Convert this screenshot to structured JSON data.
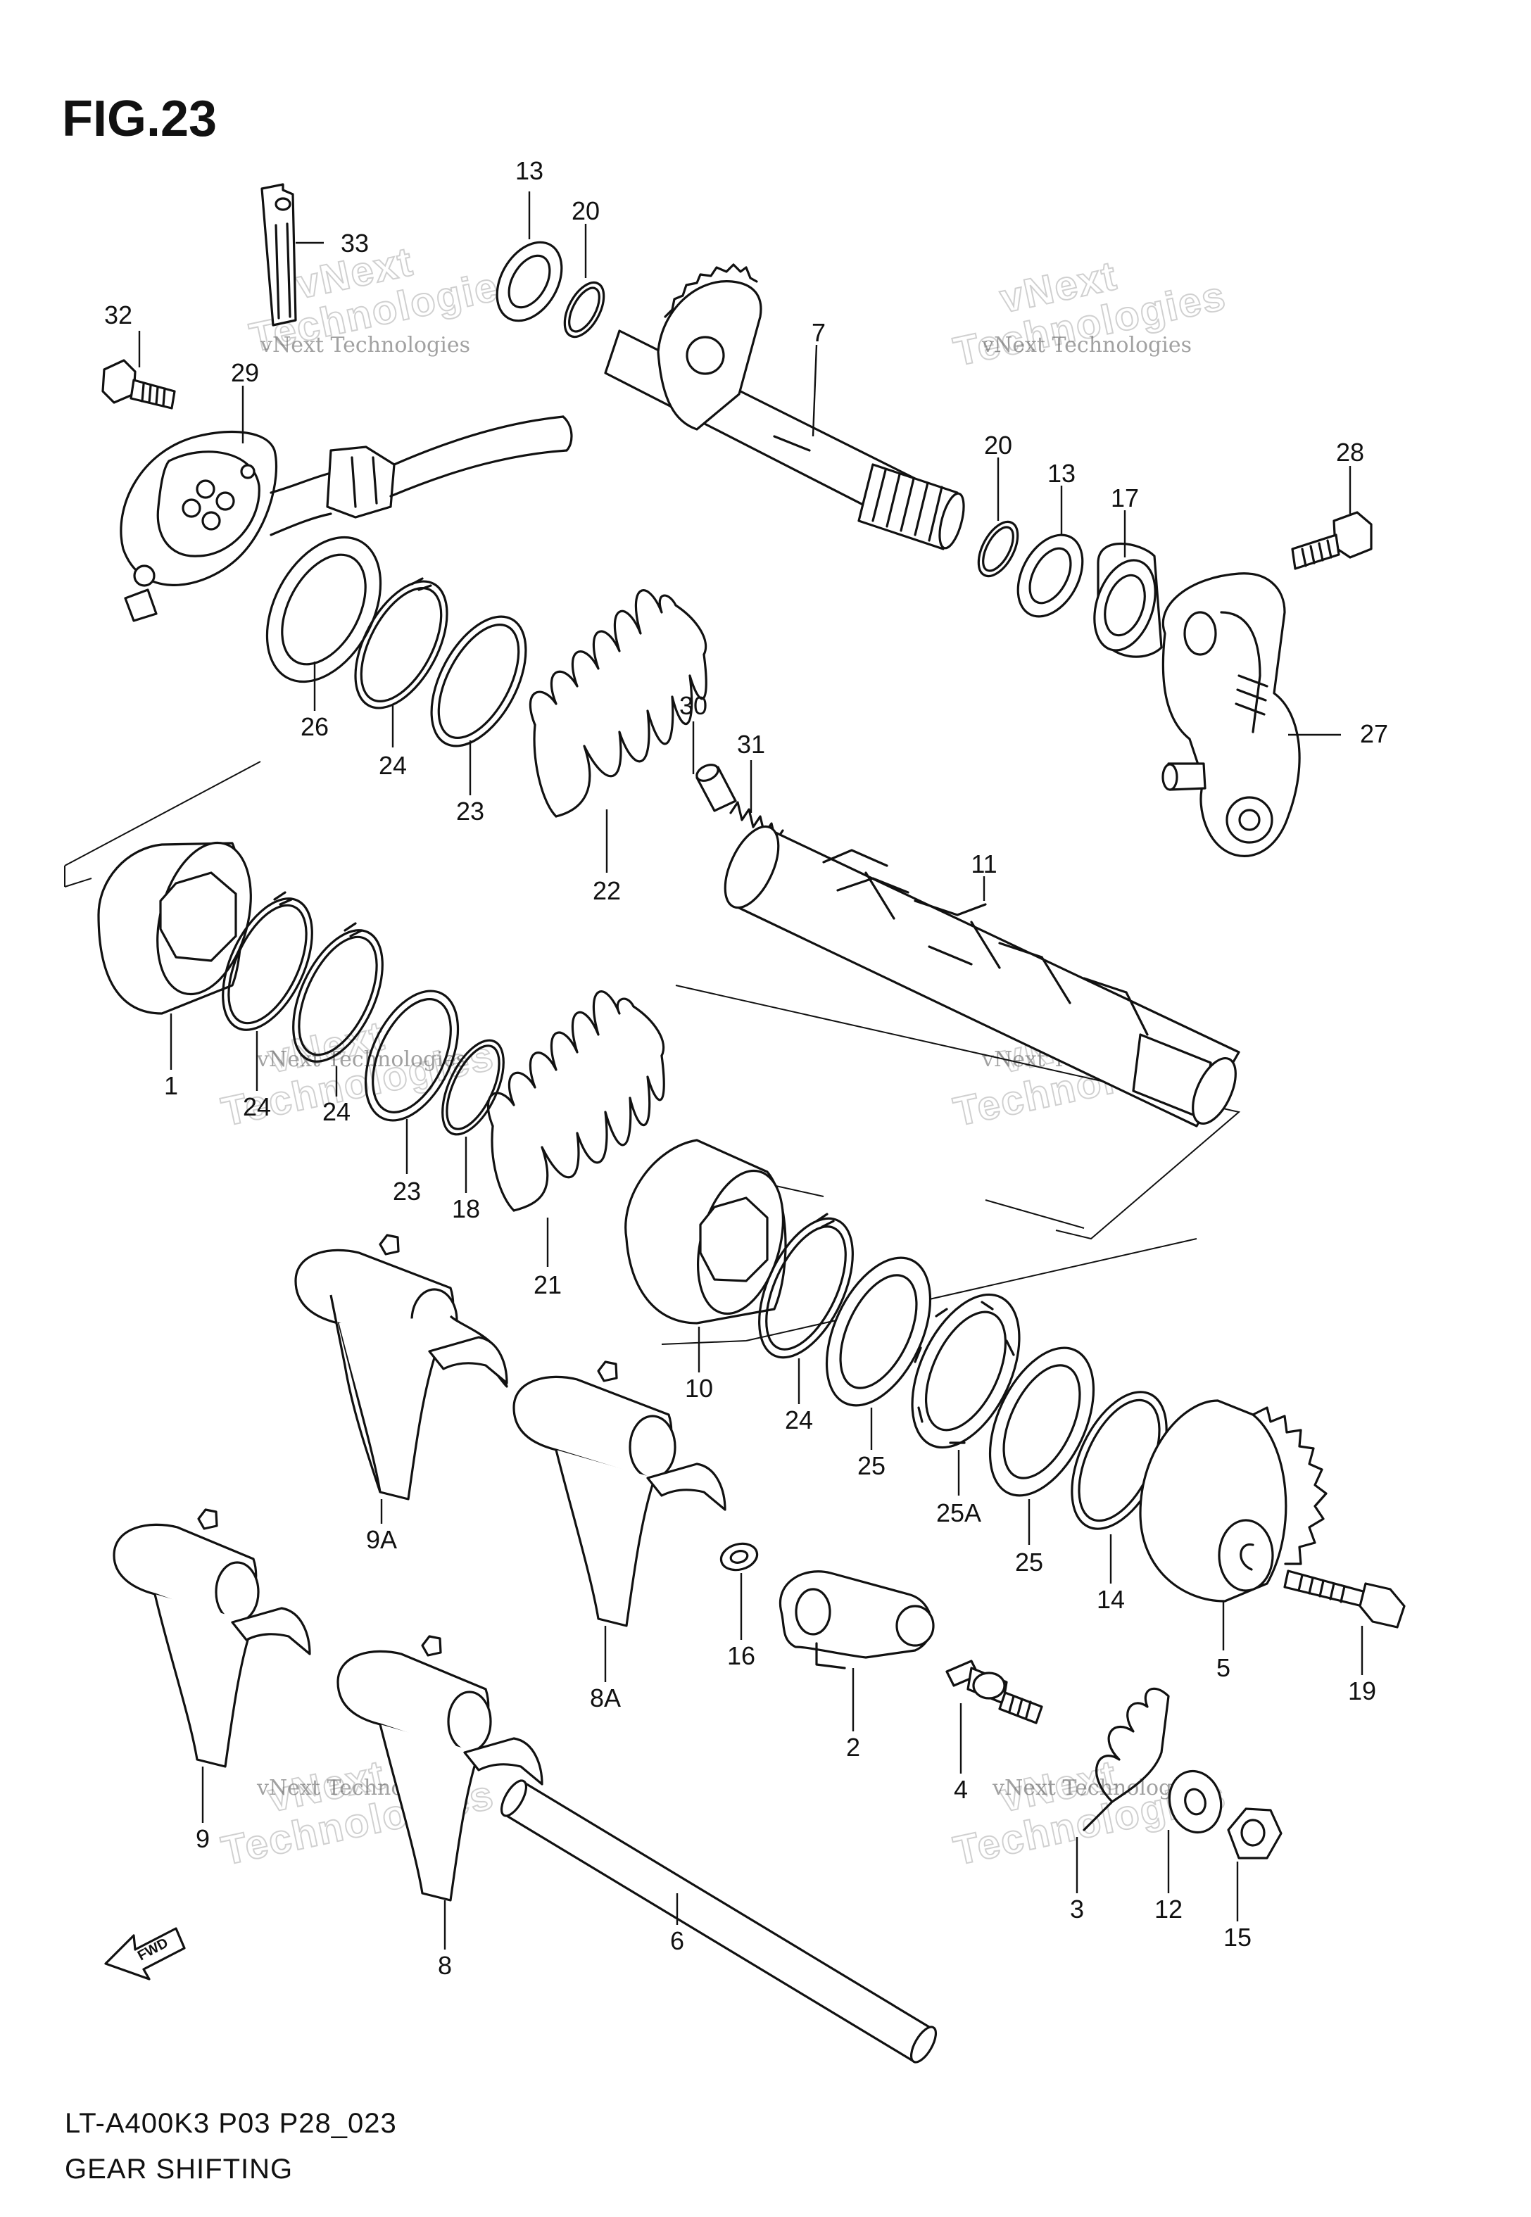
{
  "figure": {
    "title": "FIG.23",
    "code": "LT-A400K3 P03 P28_023",
    "name": "GEAR SHIFTING"
  },
  "watermark": {
    "small": "vNext Technologies",
    "big": "Technologies",
    "tag": "vNext"
  },
  "fwd_label": "FWD",
  "callouts": [
    "1",
    "2",
    "3",
    "4",
    "5",
    "6",
    "7",
    "8",
    "8A",
    "9",
    "9A",
    "10",
    "11",
    "12",
    "13",
    "13",
    "14",
    "15",
    "16",
    "17",
    "18",
    "19",
    "20",
    "20",
    "21",
    "22",
    "23",
    "23",
    "24",
    "24",
    "24",
    "24",
    "25",
    "25",
    "25A",
    "26",
    "27",
    "28",
    "29",
    "30",
    "31",
    "32",
    "33"
  ]
}
